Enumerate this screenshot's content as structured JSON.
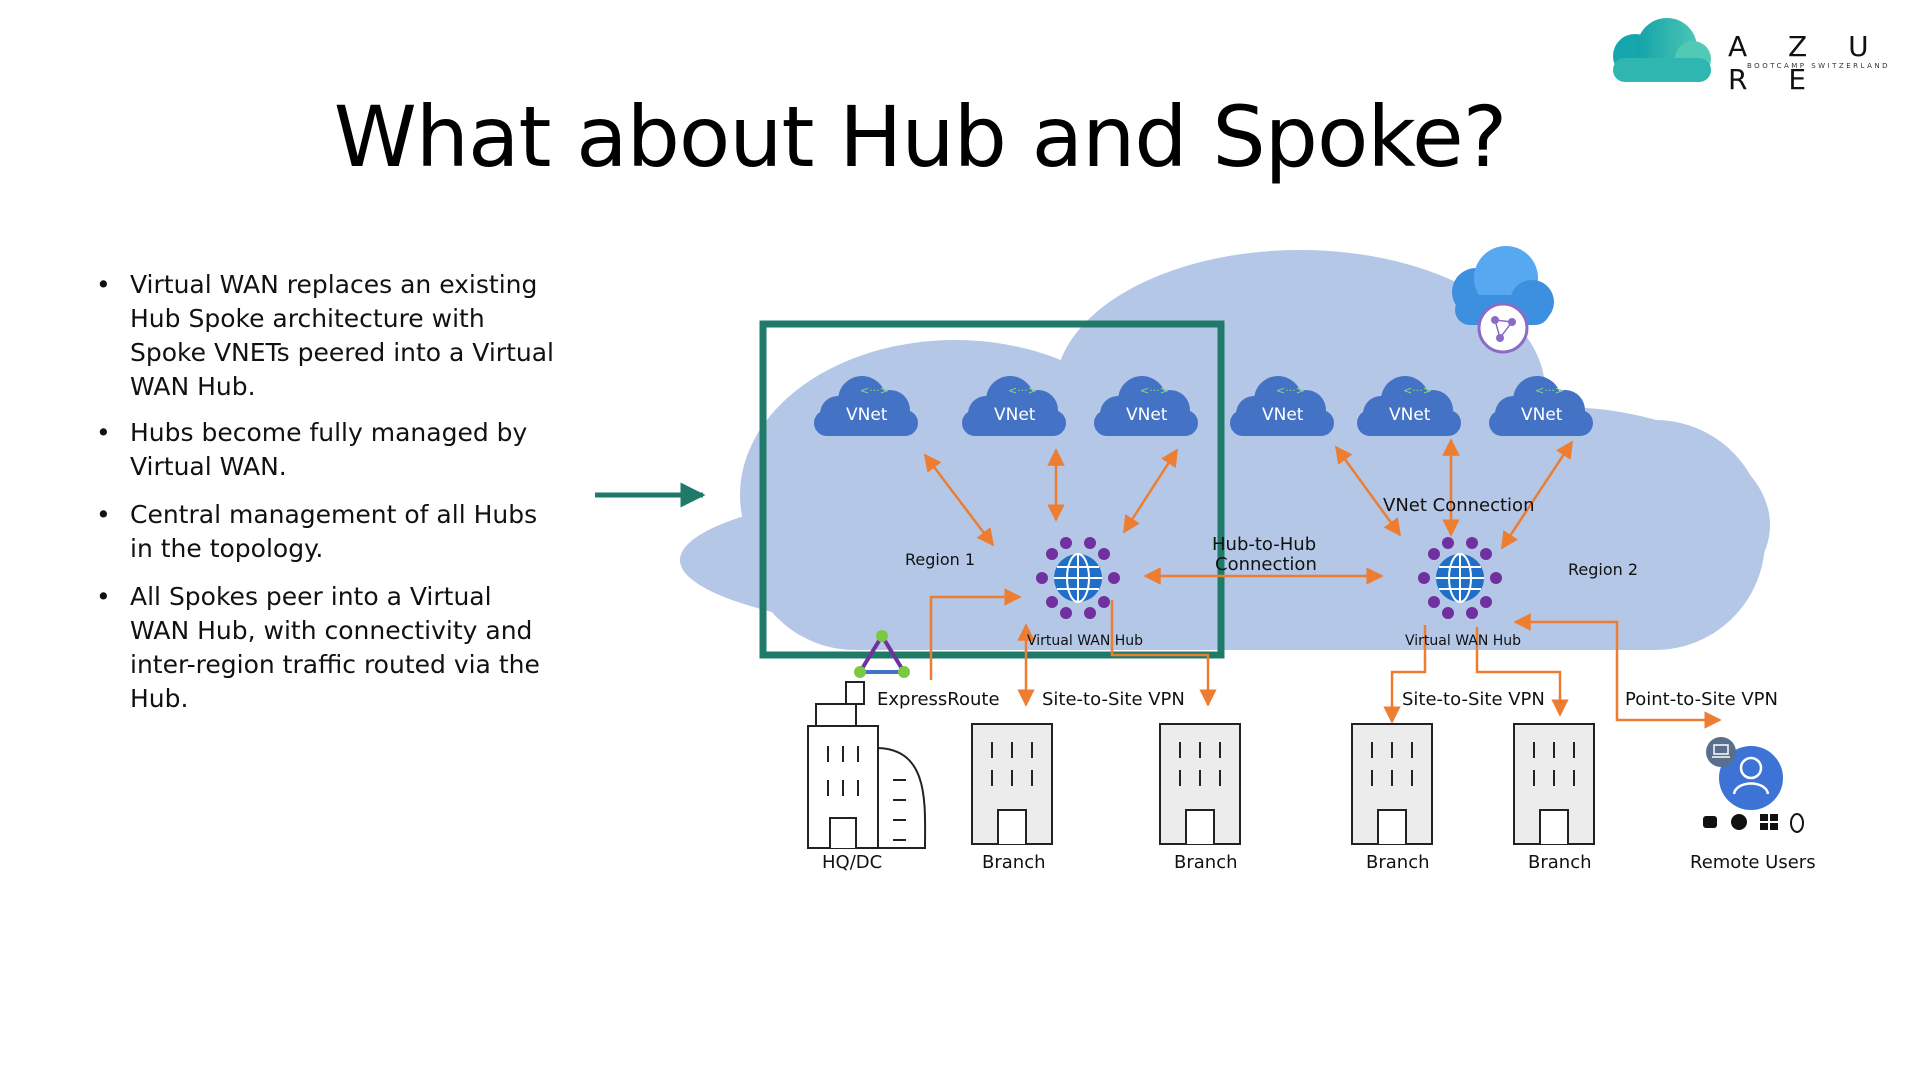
{
  "logo": {
    "word": "A Z U R E",
    "sub": "BOOTCAMP SWITZERLAND"
  },
  "title": "What about Hub and Spoke?",
  "bullets": [
    "Virtual WAN replaces an existing Hub Spoke architecture with Spoke VNETs peered into a Virtual WAN Hub.",
    "Hubs become fully managed by Virtual WAN.",
    "Central management of all Hubs in the topology.",
    "All Spokes peer into a Virtual WAN Hub, with connectivity and inter-region traffic routed via the Hub."
  ],
  "diagram": {
    "vnet_label": "VNet",
    "region1": "Region 1",
    "region2": "Region 2",
    "hub_label": "Virtual WAN Hub",
    "hub_to_hub": [
      "Hub-to-Hub",
      "Connection"
    ],
    "vnet_connection": "VNet Connection",
    "express_route": "ExpressRoute",
    "site_to_site": "Site-to-Site VPN",
    "point_to_site": "Point-to-Site VPN",
    "hq_dc": "HQ/DC",
    "branch": "Branch",
    "remote_users": "Remote Users"
  },
  "colors": {
    "cloud": "#b4c7e7",
    "vnet": "#4472c4",
    "arrow": "#ed7d31",
    "highlight_box": "#1f7a6a",
    "hub_dots": "#7030a0"
  }
}
